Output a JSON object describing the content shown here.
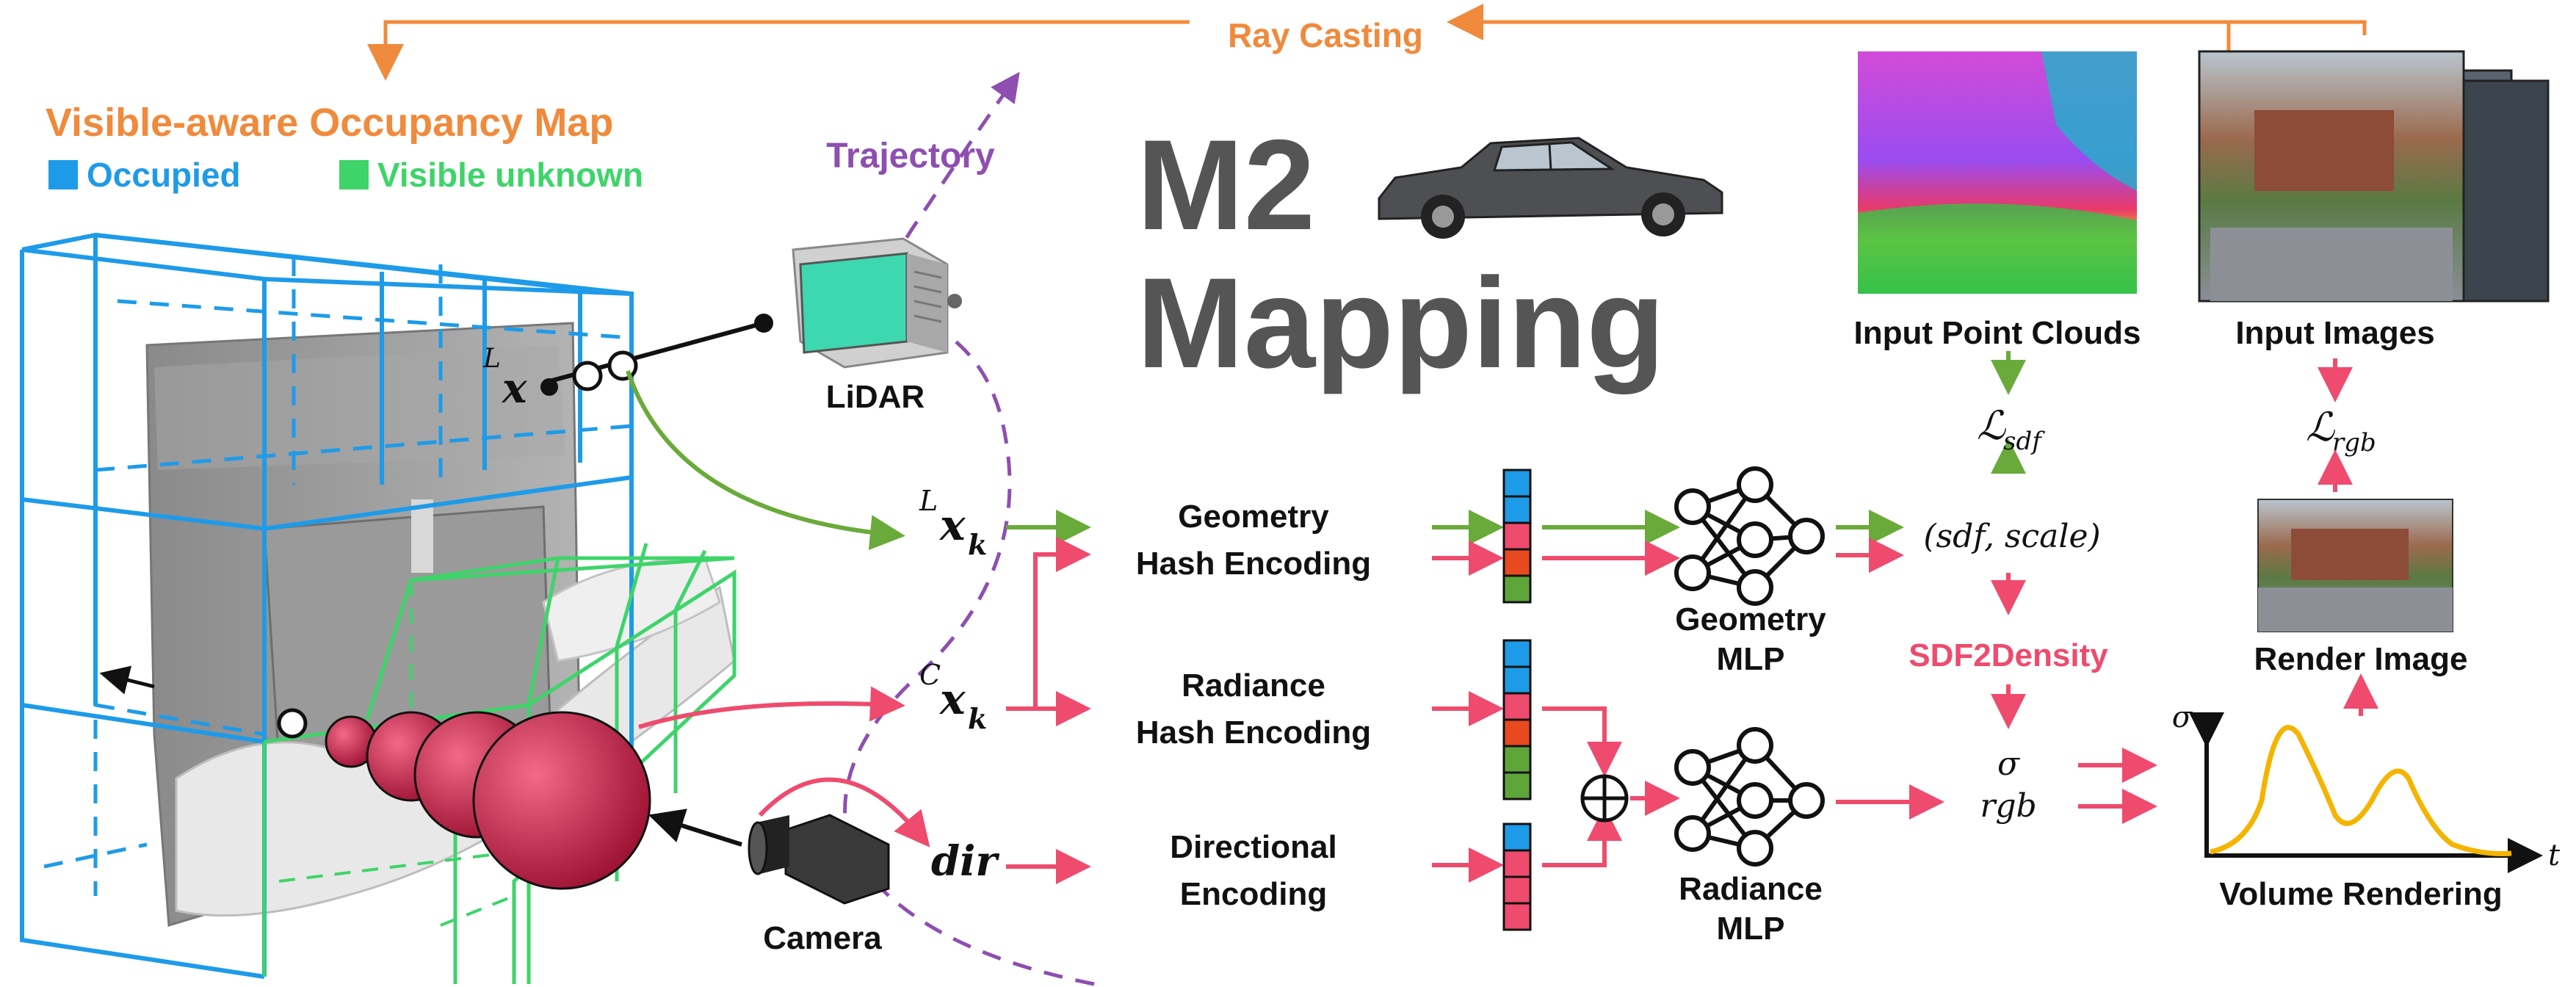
{
  "header": {
    "ray_casting": "Ray Casting",
    "title_line1": "M2",
    "title_line2": "Mapping"
  },
  "occupancy": {
    "title": "Visible-aware Occupancy Map",
    "legend_occupied": "Occupied",
    "legend_visible": "Visible unknown"
  },
  "sensors": {
    "trajectory": "Trajectory",
    "lidar": "LiDAR",
    "camera": "Camera"
  },
  "inputs": {
    "x_lidar": "x",
    "x_lidar_sup": "L",
    "x_lidar_k": "x",
    "x_lidar_k_sup": "L",
    "x_lidar_k_sub": "k",
    "x_cam_k": "x",
    "x_cam_k_sup": "C",
    "x_cam_k_sub": "k",
    "dir": "dir"
  },
  "encoders": {
    "geometry_line1": "Geometry",
    "geometry_line2": "Hash Encoding",
    "radiance_line1": "Radiance",
    "radiance_line2": "Hash Encoding",
    "directional_line1": "Directional",
    "directional_line2": "Encoding"
  },
  "mlps": {
    "geometry_line1": "Geometry",
    "geometry_line2": "MLP",
    "radiance_line1": "Radiance",
    "radiance_line2": "MLP"
  },
  "outputs": {
    "sdf_scale": "(sdf, scale)",
    "sdf2density": "SDF2Density",
    "sigma": "σ",
    "rgb": "rgb",
    "loss_sdf_main": "ℒ",
    "loss_sdf_sub": "sdf",
    "loss_rgb_main": "ℒ",
    "loss_rgb_sub": "rgb"
  },
  "render": {
    "input_point_clouds": "Input Point Clouds",
    "input_images": "Input Images",
    "render_image": "Render Image",
    "volume_rendering": "Volume Rendering",
    "axis_sigma": "σ",
    "axis_t": "t"
  },
  "colors": {
    "orange": "#f08a3c",
    "blue": "#1e9be8",
    "green": "#3ed46a",
    "olive_green": "#6aaa3a",
    "pink": "#ee4b6e",
    "purple": "#8e4fb0",
    "gray_title": "#555555",
    "sphere_red": "#c8254a",
    "yellow_curve": "#f4b400"
  }
}
